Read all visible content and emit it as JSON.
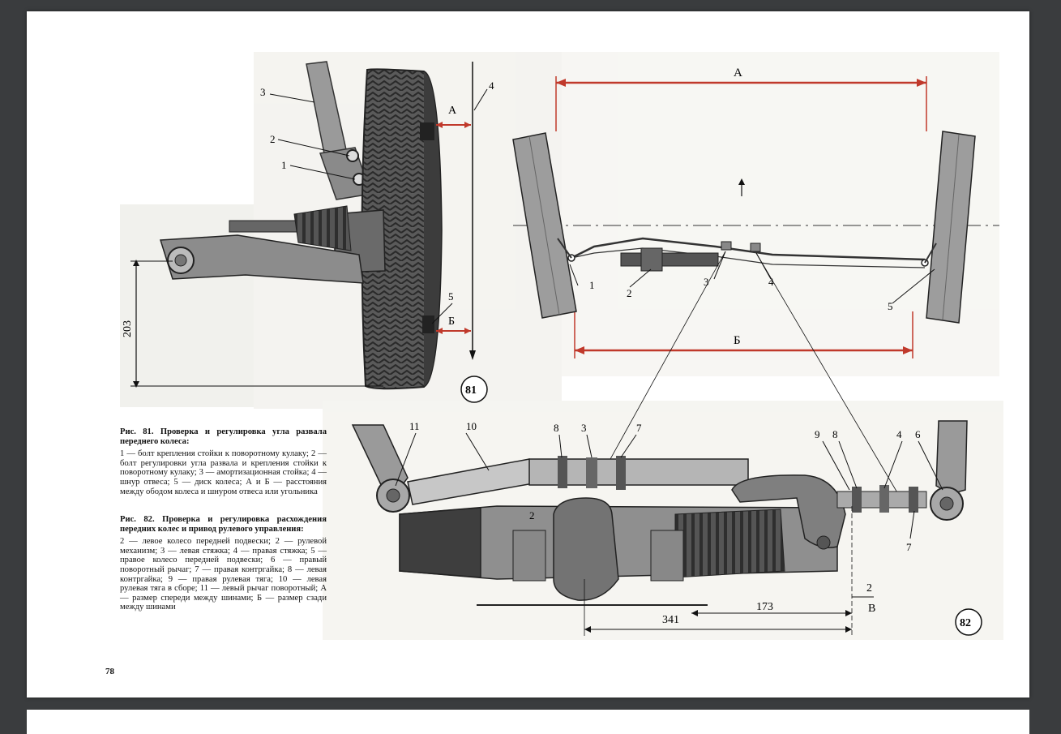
{
  "figure81": {
    "number": "81",
    "labels": {
      "l1": "1",
      "l2": "2",
      "l3": "3",
      "l4": "4",
      "l5": "5",
      "A": "А",
      "B": "Б"
    },
    "dimension": "203"
  },
  "figure82": {
    "number": "82",
    "labels": {
      "top_1": "1",
      "top_2": "2",
      "top_3": "3",
      "top_4": "4",
      "top_5": "5",
      "A": "А",
      "B": "Б",
      "b_11": "11",
      "b_10": "10",
      "b_8a": "8",
      "b_3": "3",
      "b_7a": "7",
      "b_9": "9",
      "b_8b": "8",
      "b_4": "4",
      "b_6": "6",
      "b_7b": "7",
      "b_2": "2"
    },
    "dimensions": {
      "d173": "173",
      "d341": "341",
      "d2": "2",
      "dV": "В"
    }
  },
  "caption81": {
    "title": "Рис. 81. Проверка и регулировка угла развала переднего колеса:",
    "body": "1 — болт крепления стойки к поворотному кулаку; 2 — болт регулировки угла развала и крепления стойки к поворотному кулаку; 3 — амортизационная стойка; 4 — шнур отвеса; 5 — диск колеса; А и Б — расстояния между ободом колеса и шнуром отвеса или угольника"
  },
  "caption82": {
    "title": "Рис. 82. Проверка и регулировка расхождения передних колес и привод рулевого управления:",
    "body": "2 — левое колесо передней подвески; 2 — рулевой механизм; 3 — левая стяжка; 4 — правая стяжка; 5 — правое колесо передней подвески; 6 — правый поворотный рычаг; 7 — правая контргайка; 8 — левая контргайка; 9 — правая рулевая тяга; 10 — левая рулевая тяга в сборе; 11 — левый рычаг поворотный; А — размер спереди между шинами; Б — размер сзади между шинами"
  },
  "page_number": "78"
}
